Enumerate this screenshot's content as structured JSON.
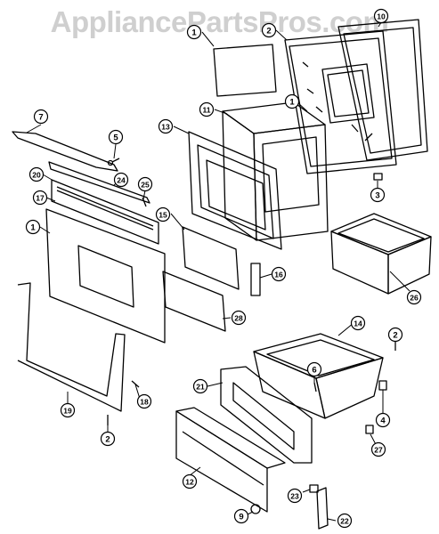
{
  "watermark": "AppliancePartsPros.com",
  "callouts": [
    {
      "id": "c1a",
      "label": "1"
    },
    {
      "id": "c2a",
      "label": "2"
    },
    {
      "id": "c10",
      "label": "10"
    },
    {
      "id": "c1b",
      "label": "1"
    },
    {
      "id": "c3",
      "label": "3"
    },
    {
      "id": "c7",
      "label": "7"
    },
    {
      "id": "c5",
      "label": "5"
    },
    {
      "id": "c11",
      "label": "11"
    },
    {
      "id": "c13",
      "label": "13"
    },
    {
      "id": "c20",
      "label": "20"
    },
    {
      "id": "c24",
      "label": "24"
    },
    {
      "id": "c25",
      "label": "25"
    },
    {
      "id": "c17",
      "label": "17"
    },
    {
      "id": "c1c",
      "label": "1"
    },
    {
      "id": "c15a",
      "label": "15"
    },
    {
      "id": "c16",
      "label": "16"
    },
    {
      "id": "c26",
      "label": "26"
    },
    {
      "id": "c28",
      "label": "28"
    },
    {
      "id": "c14",
      "label": "14"
    },
    {
      "id": "c2b",
      "label": "2"
    },
    {
      "id": "c6",
      "label": "6"
    },
    {
      "id": "c21",
      "label": "21"
    },
    {
      "id": "c4",
      "label": "4"
    },
    {
      "id": "c18",
      "label": "18"
    },
    {
      "id": "c19",
      "label": "19"
    },
    {
      "id": "c2c",
      "label": "2"
    },
    {
      "id": "c27",
      "label": "27"
    },
    {
      "id": "c12",
      "label": "12"
    },
    {
      "id": "c23",
      "label": "23"
    },
    {
      "id": "c9",
      "label": "9"
    },
    {
      "id": "c22",
      "label": "22"
    }
  ]
}
